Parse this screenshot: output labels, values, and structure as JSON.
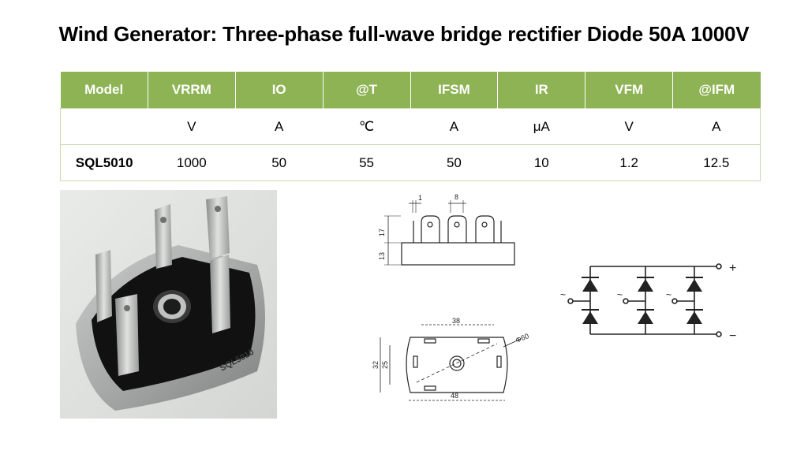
{
  "title": "Wind Generator: Three-phase full-wave bridge rectifier Diode 50A 1000V",
  "table": {
    "headers": [
      "Model",
      "VRRM",
      "IO",
      "@T",
      "IFSM",
      "IR",
      "VFM",
      "@IFM"
    ],
    "units": [
      "",
      "V",
      "A",
      "℃",
      "A",
      "μA",
      "V",
      "A"
    ],
    "rows": [
      [
        "SQL5010",
        "1000",
        "50",
        "55",
        "50",
        "10",
        "1.2",
        "12.5"
      ]
    ]
  },
  "photo": {
    "marking": "SQL5010"
  },
  "drawing": {
    "dims": [
      "1",
      "8",
      "17",
      "13",
      "38",
      "Φ60",
      "32",
      "25",
      "48"
    ]
  },
  "circuit": {
    "plus": "+",
    "minus": "−",
    "ac_symbol": "~"
  },
  "colors": {
    "header_bg": "#8db354",
    "header_text": "#ffffff",
    "border": "#c8d9ad"
  }
}
